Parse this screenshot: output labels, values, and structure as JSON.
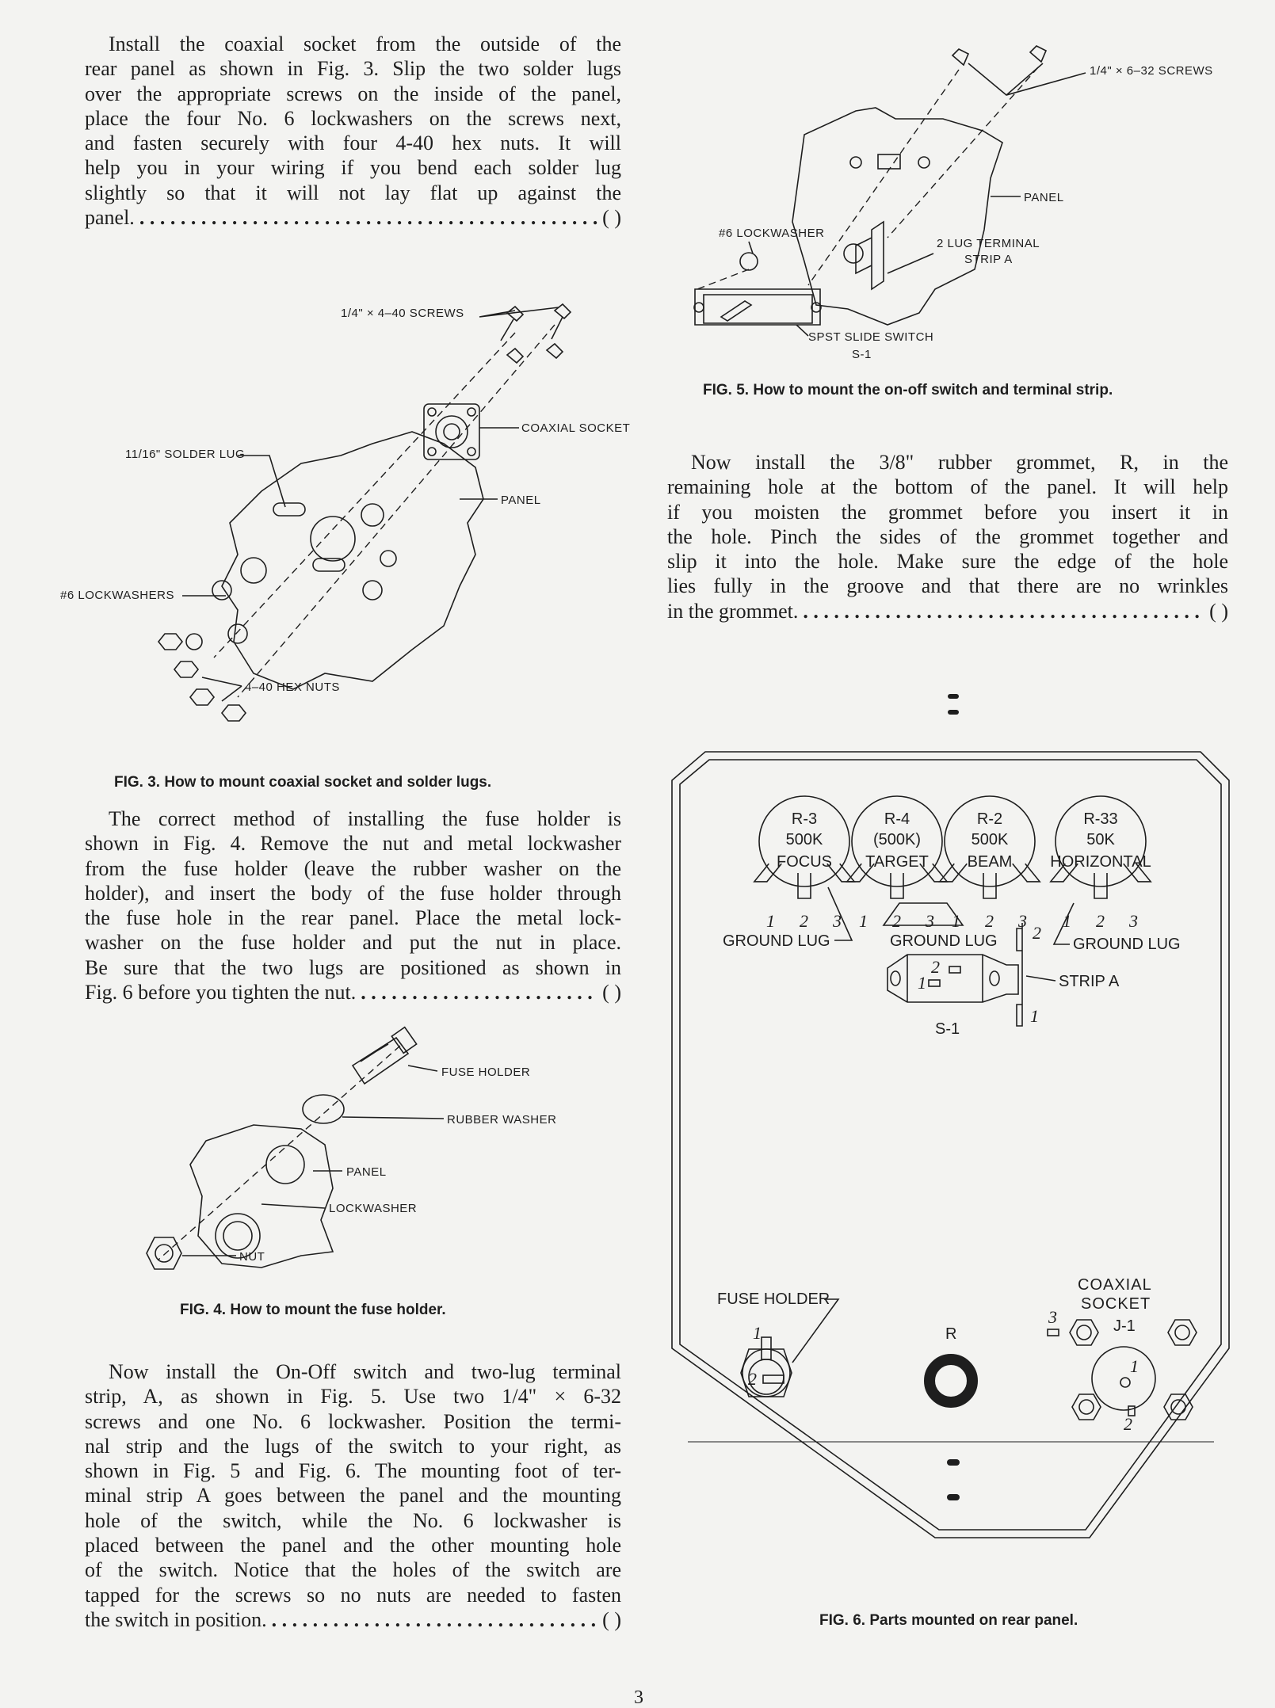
{
  "paragraphs": {
    "p1": {
      "lines": [
        "Install the coaxial socket from the outside of the",
        "rear panel as shown in Fig. 3. Slip the two solder lugs",
        "over the appropriate screws on the inside of the panel,",
        "place the four No. 6 lockwashers on the screws next,",
        "and fasten securely with four 4-40 hex nuts. It will",
        "help you in your wiring if you bend each solder lug",
        "slightly so that it will not lay flat up against the"
      ],
      "last": "panel.",
      "check": "( )"
    },
    "p2": {
      "lines": [
        "The correct method of installing the fuse holder is",
        "shown in Fig. 4. Remove the nut and metal lockwasher",
        "from the fuse holder (leave the rubber washer on the",
        "holder), and insert the body of the fuse holder through",
        "the fuse hole in the rear panel. Place the metal lock-",
        "washer on the fuse holder and put the nut in place.",
        "Be sure that the two lugs are positioned as shown in"
      ],
      "last": "Fig. 6 before you tighten the nut.",
      "check": "( )"
    },
    "p3": {
      "lines": [
        "Now install the On-Off switch and two-lug terminal",
        "strip, A, as shown in Fig. 5. Use two 1/4\" × 6-32",
        "screws and one No. 6 lockwasher. Position the termi-",
        "nal strip and the lugs of the switch to your right, as",
        "shown in Fig. 5 and Fig. 6. The mounting foot of ter-",
        "minal strip A goes between the panel and the mounting",
        "hole of the switch, while the No. 6 lockwasher is",
        "placed between the panel and the other mounting hole",
        "of the switch. Notice that the holes of the switch are",
        "tapped for the screws so no nuts are needed to fasten"
      ],
      "last": "the switch in position.",
      "check": "( )"
    },
    "p4": {
      "lines": [
        "Now install the 3/8\" rubber grommet, R, in the",
        "remaining hole at the bottom of the panel. It will help",
        "if you moisten the grommet before you insert it in",
        "the hole. Pinch the sides of the grommet together and",
        "slip it into the hole. Make sure the edge of the hole",
        "lies fully in the groove and that there are no wrinkles"
      ],
      "last": "in the grommet.",
      "check": "( )"
    }
  },
  "fig3": {
    "screws": "1/4\" × 4–40 SCREWS",
    "coax": "COAXIAL SOCKET",
    "solder_lug": "11/16\" SOLDER LUG",
    "panel": "PANEL",
    "lockwashers": "#6 LOCKWASHERS",
    "hex_nuts": "4–40 HEX NUTS",
    "caption": "FIG. 3. How to mount coaxial socket and solder lugs."
  },
  "fig4": {
    "fuse_holder": "FUSE HOLDER",
    "rubber_washer": "RUBBER WASHER",
    "panel": "PANEL",
    "lockwasher": "LOCKWASHER",
    "nut": "NUT",
    "caption": "FIG. 4. How to mount the fuse holder."
  },
  "fig5": {
    "screws": "1/4\" × 6–32 SCREWS",
    "panel": "PANEL",
    "lockwasher": "#6 LOCKWASHER",
    "strip_line1": "2  LUG TERMINAL",
    "strip_line2": "STRIP A",
    "switch_line1": "SPST SLIDE SWITCH",
    "switch_line2": "S-1",
    "caption": "FIG. 5. How to mount the on-off switch and terminal strip."
  },
  "fig6": {
    "pots": [
      {
        "ref": "R-3",
        "value": "500K",
        "name": "FOCUS"
      },
      {
        "ref": "R-4",
        "value": "(500K)",
        "name": "TARGET"
      },
      {
        "ref": "R-2",
        "value": "500K",
        "name": "BEAM"
      },
      {
        "ref": "R-33",
        "value": "50K",
        "name": "HORIZONTAL"
      }
    ],
    "lug_numbers": [
      "1",
      "2",
      "3"
    ],
    "ground_lug": "GROUND LUG",
    "strip_a": "STRIP A",
    "switch": "S-1",
    "switch_lug_1": "1",
    "switch_lug_2": "2",
    "strip_lug_1": "1",
    "strip_lug_2": "2",
    "fuse_holder": "FUSE HOLDER",
    "fuse_lug_1": "1",
    "fuse_lug_2": "2",
    "grommet": "R",
    "coax_line1": "COAXIAL",
    "coax_line2": "SOCKET",
    "coax_ref": "J-1",
    "coax_lug_1": "1",
    "coax_lug_2": "2",
    "coax_lug_3": "3",
    "caption": "FIG. 6. Parts mounted on rear panel."
  },
  "page_number": "3"
}
